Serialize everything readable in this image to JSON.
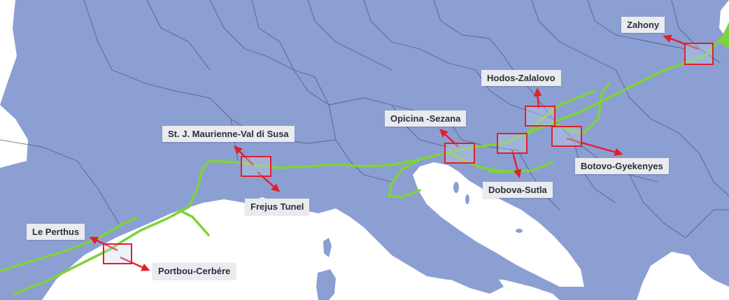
{
  "colors": {
    "land": "#8c9fd3",
    "sea": "#ffffff",
    "border": "#3d4a70",
    "corridor": "#7fd23a",
    "box": "#e0202a",
    "arrow": "#e0202a",
    "label_bg": "#e9ebef"
  },
  "crossings": [
    {
      "id": "zahony",
      "label": "Zahony"
    },
    {
      "id": "hodos",
      "label": "Hodos-Zalalovo"
    },
    {
      "id": "opicina",
      "label": "Opicina -Sezana"
    },
    {
      "id": "stj",
      "label": "St. J. Maurienne-Val di Susa"
    },
    {
      "id": "frejus",
      "label": "Frejus Tunel"
    },
    {
      "id": "botovo",
      "label": "Botovo-Gyekenyes"
    },
    {
      "id": "dobova",
      "label": "Dobova-Sutla"
    },
    {
      "id": "leperthus",
      "label": "Le Perthus"
    },
    {
      "id": "portbou",
      "label": "Portbou-Cerbére"
    }
  ]
}
